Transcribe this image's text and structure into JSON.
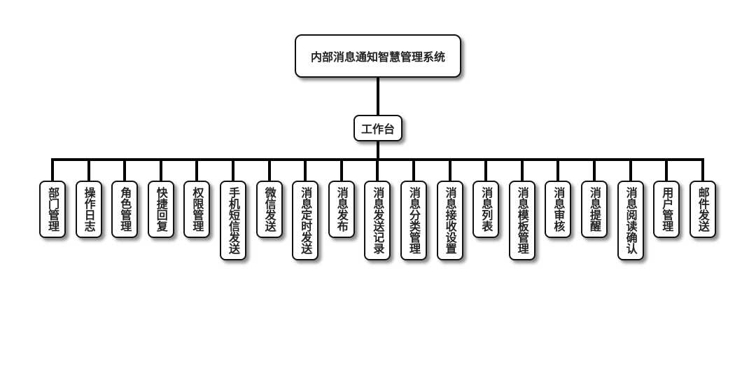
{
  "root": {
    "label": "内部消息通知智慧管理系统"
  },
  "hub": {
    "label": "工作台"
  },
  "children": [
    {
      "label": "部门管理"
    },
    {
      "label": "操作日志"
    },
    {
      "label": "角色管理"
    },
    {
      "label": "快捷回复"
    },
    {
      "label": "权限管理"
    },
    {
      "label": "手机短信发送"
    },
    {
      "label": "微信发送"
    },
    {
      "label": "消息定时发送"
    },
    {
      "label": "消息发布"
    },
    {
      "label": "消息发送记录"
    },
    {
      "label": "消息分类管理"
    },
    {
      "label": "消息接收设置"
    },
    {
      "label": "消息列表"
    },
    {
      "label": "消息模板管理"
    },
    {
      "label": "消息审核"
    },
    {
      "label": "消息提醒"
    },
    {
      "label": "消息阅读确认"
    },
    {
      "label": "用户管理"
    },
    {
      "label": "邮件发送"
    }
  ]
}
